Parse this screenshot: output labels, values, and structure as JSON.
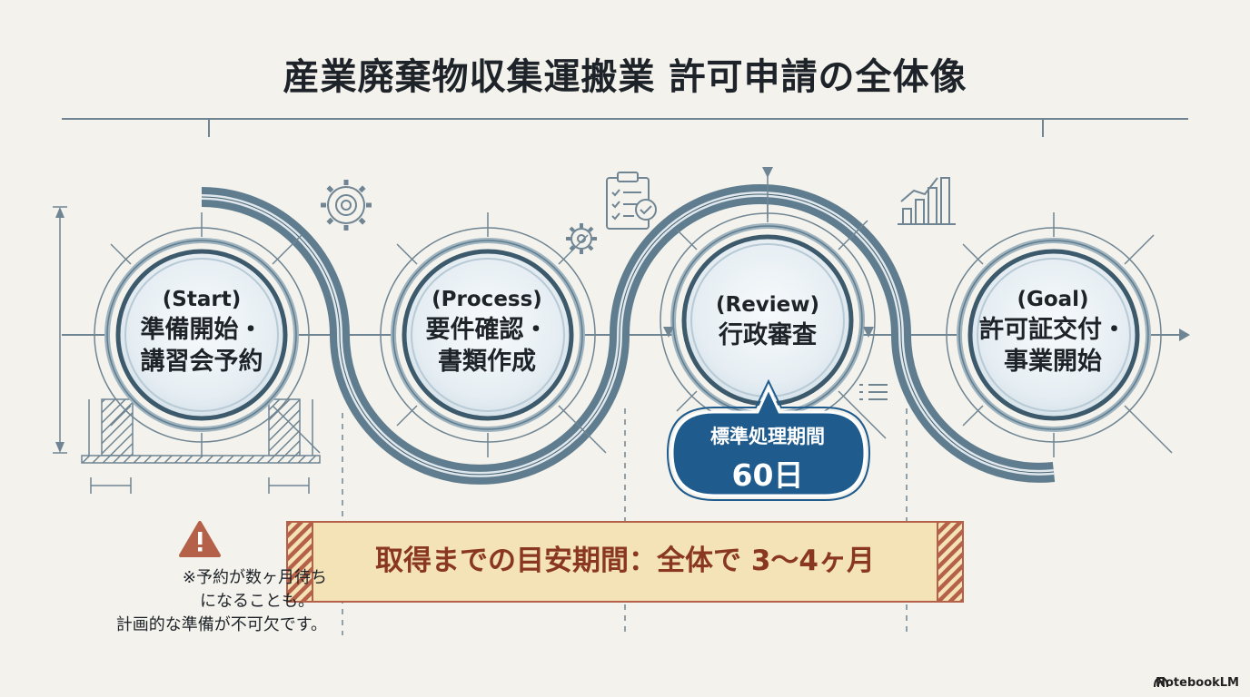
{
  "title": "産業廃棄物収集運搬業 許可申請の全体像",
  "stages": [
    {
      "tag": "(Start)",
      "label_line1": "準備開始・",
      "label_line2": "講習会予約"
    },
    {
      "tag": "(Process)",
      "label_line1": "要件確認・",
      "label_line2": "書類作成"
    },
    {
      "tag": "(Review)",
      "label_line1": "行政審査",
      "label_line2": ""
    },
    {
      "tag": "(Goal)",
      "label_line1": "許可証交付・",
      "label_line2": "事業開始"
    }
  ],
  "review_badge": {
    "label": "標準処理期間",
    "value": "60日"
  },
  "banner": {
    "text": "取得までの目安期間：全体で 3〜4ヶ月"
  },
  "note": {
    "line1": "※予約が数ヶ月待ち",
    "line2": "になることも。",
    "line3": "計画的な準備が不可欠です。"
  },
  "icons": [
    "gear-icon",
    "clipboard-check-icon",
    "bar-chart-icon",
    "list-icon",
    "warning-icon"
  ],
  "brand": "NotebookLM",
  "colors": {
    "background": "#f4f2ec",
    "accent": "#1f5b8c",
    "track": "#5f7d8f",
    "banner_fill": "#f4e3b6",
    "banner_text": "#8a3722",
    "warning": "#b5614a"
  }
}
